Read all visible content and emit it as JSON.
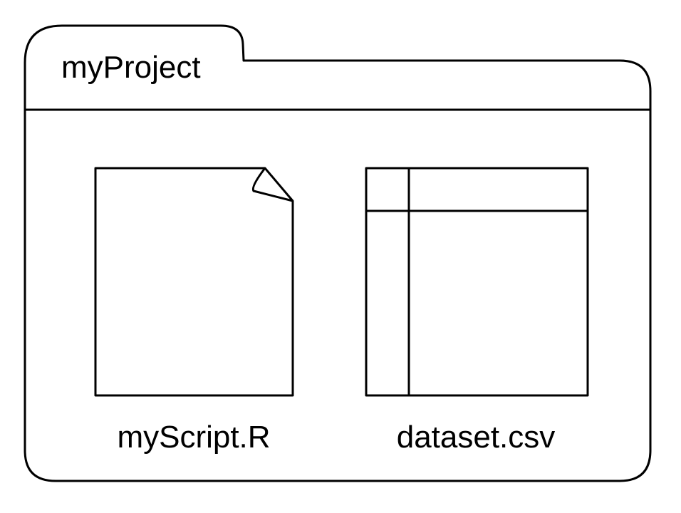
{
  "folder": {
    "name": "myProject"
  },
  "files": [
    {
      "name": "myScript.R",
      "icon": "script-file-icon"
    },
    {
      "name": "dataset.csv",
      "icon": "spreadsheet-file-icon"
    }
  ],
  "colors": {
    "stroke": "#000000",
    "background": "#ffffff"
  }
}
